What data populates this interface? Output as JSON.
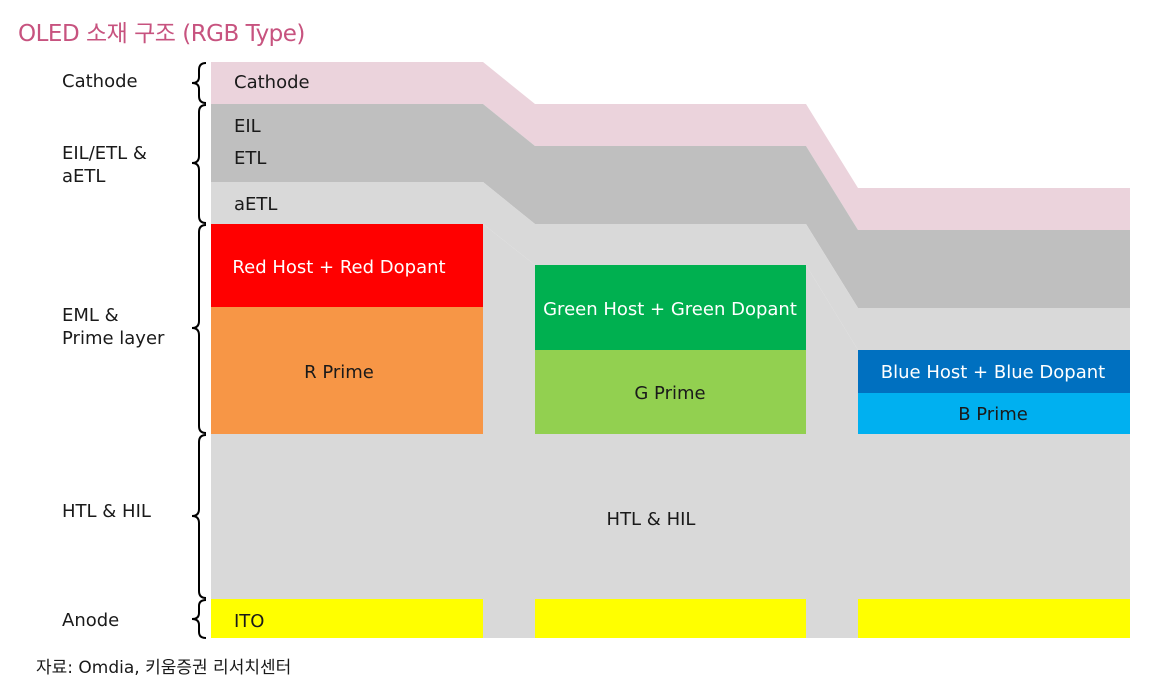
{
  "title": "OLED 소재 구조 (RGB Type)",
  "side_labels": {
    "cathode": "Cathode",
    "eil_etl_line1": "EIL/ETL &",
    "eil_etl_line2": "aETL",
    "eml_line1": "EML &",
    "eml_line2": "Prime layer",
    "htl": "HTL & HIL",
    "anode": "Anode"
  },
  "layers": {
    "cathode": "Cathode",
    "eil": "EIL",
    "etl": "ETL",
    "aetl": "aETL",
    "htl": "HTL & HIL",
    "ito": "ITO"
  },
  "emitters": {
    "red_host": "Red Host + Red Dopant",
    "red_prime": "R Prime",
    "green_host": "Green Host + Green Dopant",
    "green_prime": "G Prime",
    "blue_host": "Blue Host + Blue Dopant",
    "blue_prime": "B Prime"
  },
  "colors": {
    "title": "#c7537f",
    "cathode": "#ebd3dc",
    "eil_etl": "#bfbfbf",
    "aetl": "#d9d9d9",
    "htl": "#d9d9d9",
    "ito": "#ffff00",
    "red_host": "#ff0000",
    "red_prime": "#f79646",
    "green_host": "#00b050",
    "green_prime": "#92d050",
    "blue_host": "#0070c0",
    "blue_prime": "#00b0f0"
  },
  "source": "자료: Omdia, 키움증권 리서치센터"
}
